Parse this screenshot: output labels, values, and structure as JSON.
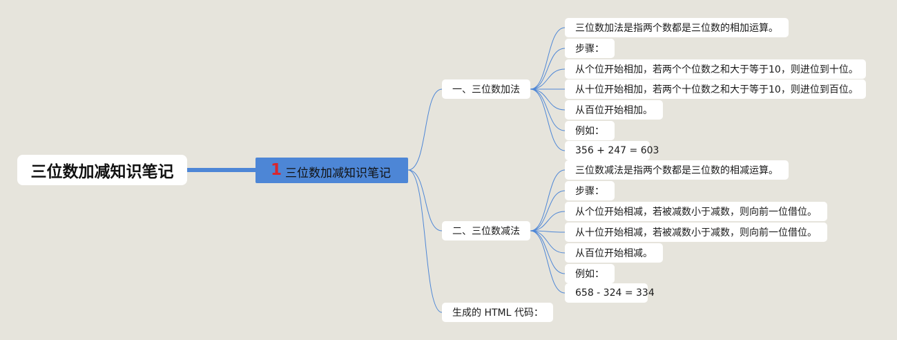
{
  "root": {
    "label": "三位数加减知识笔记"
  },
  "main_topic": {
    "priority_icon": "1",
    "label": "三位数加减知识笔记"
  },
  "subtopics": [
    {
      "label": "一、三位数加法",
      "items": [
        "三位数加法是指两个数都是三位数的相加运算。",
        "步骤：",
        "从个位开始相加，若两个个位数之和大于等于10，则进位到十位。",
        "从十位开始相加，若两个十位数之和大于等于10，则进位到百位。",
        "从百位开始相加。",
        "例如：",
        "356 + 247 = 603"
      ]
    },
    {
      "label": "二、三位数减法",
      "items": [
        "三位数减法是指两个数都是三位数的相减运算。",
        "步骤：",
        "从个位开始相减，若被减数小于减数，则向前一位借位。",
        "从十位开始相减，若被减数小于减数，则向前一位借位。",
        "从百位开始相减。",
        "例如：",
        "658 - 324 = 334"
      ]
    },
    {
      "label": "生成的 HTML 代码：",
      "items": []
    }
  ],
  "colors": {
    "background": "#e6e4dc",
    "main_topic_fill": "#4d86d6",
    "connector": "#4d86d6",
    "priority_icon": "#d8262e"
  }
}
